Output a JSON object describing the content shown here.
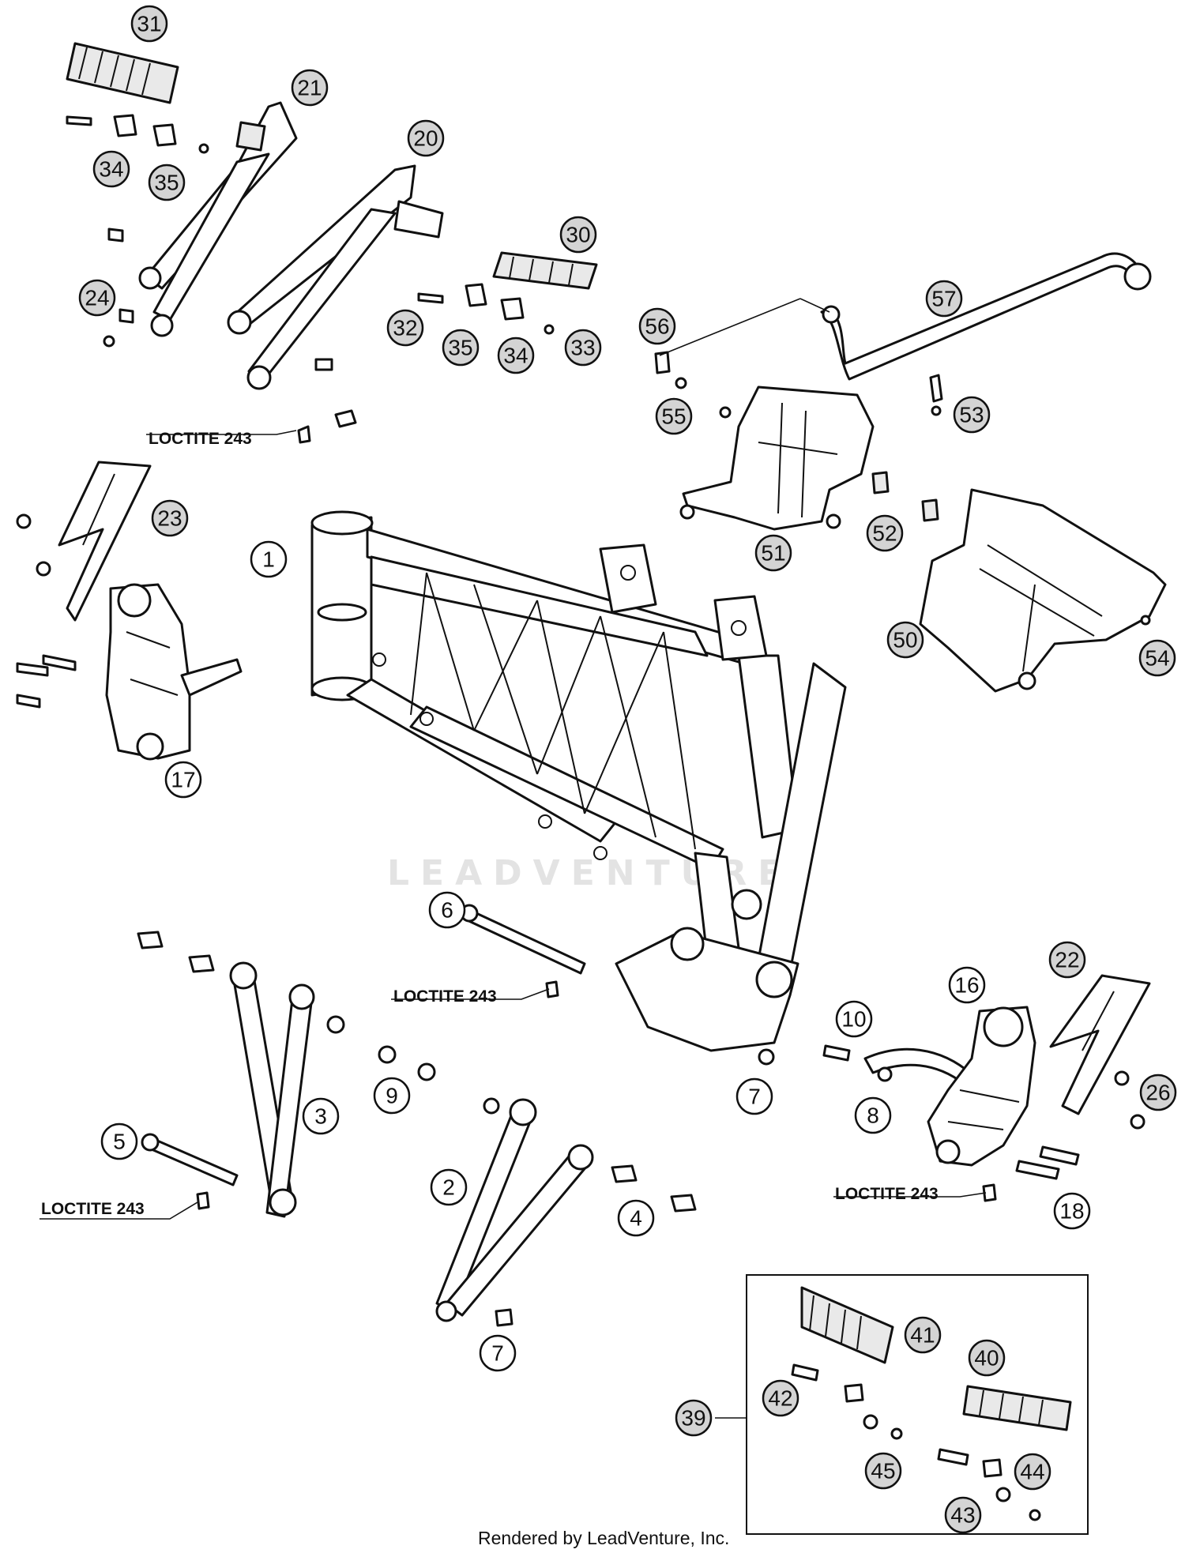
{
  "callouts": {
    "c1": "1",
    "c2": "2",
    "c3": "3",
    "c4": "4",
    "c5": "5",
    "c6": "6",
    "c7a": "7",
    "c7b": "7",
    "c8": "8",
    "c9": "9",
    "c10": "10",
    "c16": "16",
    "c17": "17",
    "c18": "18",
    "c20": "20",
    "c21": "21",
    "c22": "22",
    "c23": "23",
    "c24": "24",
    "c26": "26",
    "c30": "30",
    "c31": "31",
    "c32": "32",
    "c33": "33",
    "c34a": "34",
    "c34b": "34",
    "c35a": "35",
    "c35b": "35",
    "c39": "39",
    "c40": "40",
    "c41": "41",
    "c42": "42",
    "c43": "43",
    "c44": "44",
    "c45": "45",
    "c50": "50",
    "c51": "51",
    "c52": "52",
    "c53": "53",
    "c54": "54",
    "c55": "55",
    "c56": "56",
    "c57": "57"
  },
  "notes": {
    "loctite_1": "LOCTITE 243",
    "loctite_2": "LOCTITE 243",
    "loctite_3": "LOCTITE 243",
    "loctite_4": "LOCTITE 243"
  },
  "watermark": "LEADVENTURE",
  "footer": "Rendered by LeadVenture, Inc."
}
